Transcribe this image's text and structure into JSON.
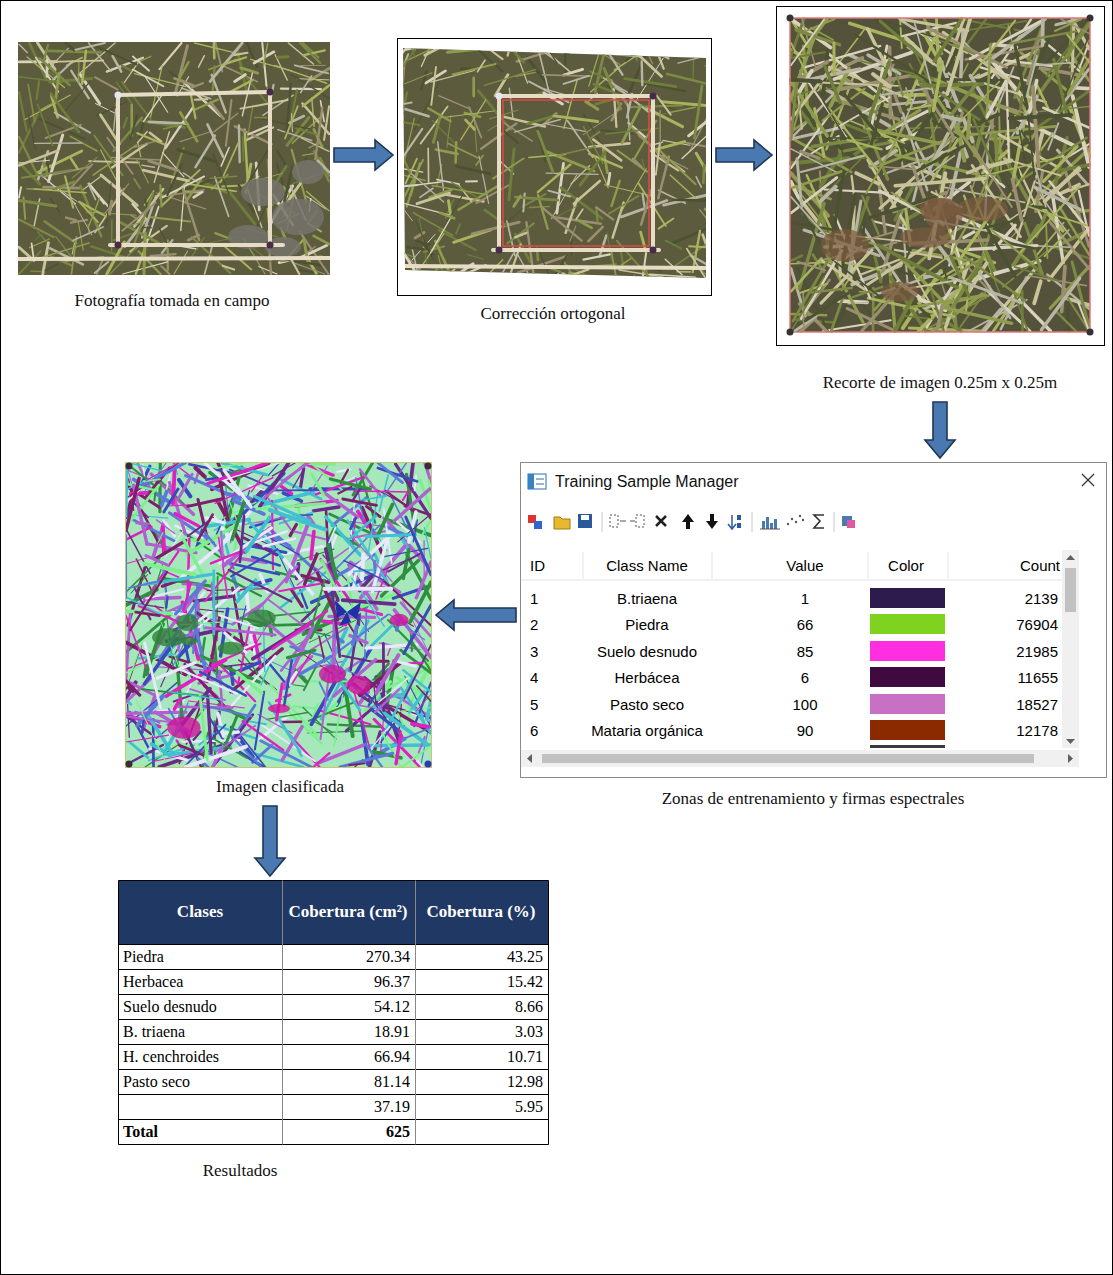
{
  "diagram": {
    "nodes": [
      {
        "text": [
          "Fotografía tomada en campo"
        ]
      },
      {
        "text": [
          "Corrección ortogonal"
        ]
      },
      {
        "text": [
          "Recorte de imagen 0.25m x 0.25m"
        ]
      },
      {
        "text": [
          "Training Sample Manager",
          "Zonas de entrenamiento y firmas espectrales"
        ]
      },
      {
        "text": [
          "Imagen clasificada"
        ]
      },
      {
        "text": [
          "Resultados"
        ]
      }
    ],
    "edges": [
      {
        "from": 0,
        "to": 1,
        "arrow": "to"
      },
      {
        "from": 1,
        "to": 2,
        "arrow": "to"
      },
      {
        "from": 2,
        "to": 3,
        "arrow": "to"
      },
      {
        "from": 3,
        "to": 4,
        "arrow": "to"
      },
      {
        "from": 4,
        "to": 5,
        "arrow": "to"
      }
    ],
    "labels": [
      "ID",
      "Class Name",
      "Value",
      "Color",
      "Count",
      "1",
      "B.triaena",
      "1",
      "2139",
      "2",
      "Piedra",
      "66",
      "76904",
      "3",
      "Suelo desnudo",
      "85",
      "21985",
      "4",
      "Herbácea",
      "6",
      "11655",
      "5",
      "Pasto seco",
      "100",
      "18527",
      "6",
      "Mataria orgánica",
      "90",
      "12178",
      "Clases",
      "Cobertura (cm²)",
      "Cobertura (%)",
      "Piedra",
      "270.34",
      "43.25",
      "Herbacea",
      "96.37",
      "15.42",
      "Suelo desnudo",
      "54.12",
      "8.66",
      "B. triaena",
      "18.91",
      "3.03",
      "H. cenchroides",
      "66.94",
      "10.71",
      "Pasto seco",
      "81.14",
      "12.98",
      "37.19",
      "5.95",
      "Total",
      "625"
    ]
  }
}
